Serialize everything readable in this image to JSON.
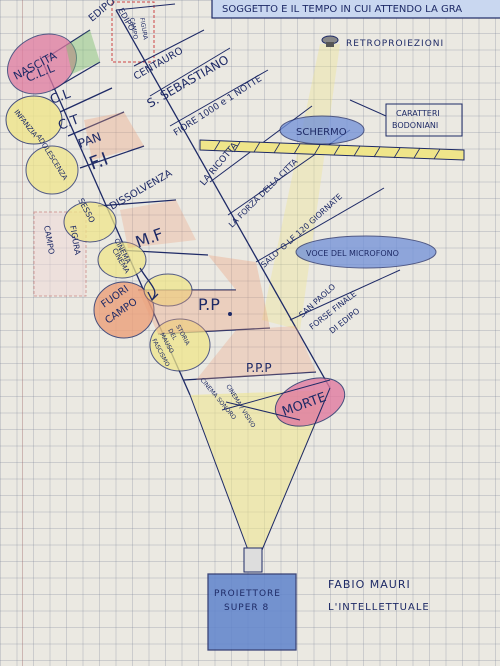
{
  "top_banner": "SOGGETTO E IL TEMPO IN CUI ATTENDO LA GRA",
  "retro": "RETROPROIEZIONI",
  "caratteri": [
    "CARATTERI",
    "BODONIANI"
  ],
  "schermo": "SCHERMO",
  "voce": "VOCE DEL MICROFONO",
  "corner_box": [
    "EDIPO",
    "CAMPO",
    "FIGURA"
  ],
  "side_box": [
    "CAMPO",
    "FIGURA"
  ],
  "ovals": {
    "nascita": "NASCITA",
    "infanzia": "INFANZIA",
    "adolescenza": "ADOLESCENZA",
    "sesso": "SESSO",
    "cinema": "CINEMA",
    "fuori_campo": [
      "FUORI",
      "CAMPO"
    ],
    "storia": [
      "STORIA",
      "DEL",
      "MAUSO",
      "FASCISMO"
    ],
    "morte": "MORTE"
  },
  "shot_labels": [
    "C.L.L",
    "C.L",
    "C.T",
    "PAN",
    "F.I",
    "DISSOLVENZA",
    "M.F",
    "CINEMA",
    "P.P",
    "P.P.P"
  ],
  "diagonal_texts": [
    "EDIPO",
    "CENTAURO",
    "S. SEBASTIANO",
    "FIORE 1000 e 1 NOTTE",
    "LA RICOTTA",
    "LA FORZA DELLA CITTA",
    "SALO' O LE 120 GIORNATE",
    "SAN PAOLO",
    "FORSE FINALE",
    "DI EDIPO",
    "CINEMA SONORO",
    "CINEMA / VISIVO"
  ],
  "projector": [
    "PROIETTORE",
    "SUPER 8"
  ],
  "author": [
    "FABIO MAURI",
    "L'INTELLETTUALE"
  ],
  "colors": {
    "ink": "#1e2a66",
    "pink": "#e07aa0",
    "yellow": "#efe58a",
    "blue": "#6f8fd8",
    "orange": "#eca07a",
    "green": "#7cbf6e",
    "projector_blue": "#5f84cc"
  }
}
